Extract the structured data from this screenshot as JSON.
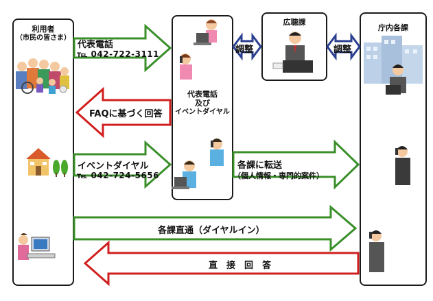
{
  "panels": {
    "users_title": "利用者",
    "users_subtitle": "（市民の皆さま）",
    "operator_title_1": "代表電話",
    "operator_title_2": "及び",
    "operator_title_3": "イベントダイヤル",
    "pr_section_title": "広聴課",
    "departments_title": "庁内各課"
  },
  "arrows": {
    "main_phone_label": "代表電話",
    "main_phone_number": "℡ 042-722-3111",
    "faq_answer_label": "FAQに基づく回答",
    "event_dial_label": "イベントダイヤル",
    "event_dial_number": "℡ 042-724-5656",
    "adjust_left_label": "調整",
    "adjust_right_label": "調整",
    "transfer_label_1": "各課に転送",
    "transfer_label_2": "（個人情報・専門的案件）",
    "direct_dial_label": "各課直通（ダイヤルイン）",
    "direct_answer_label": "直　接　回　答"
  },
  "colors": {
    "green_arrow": "#3a8f2a",
    "red_arrow": "#d11f1f",
    "blue_arrow": "#2a3f8f"
  }
}
